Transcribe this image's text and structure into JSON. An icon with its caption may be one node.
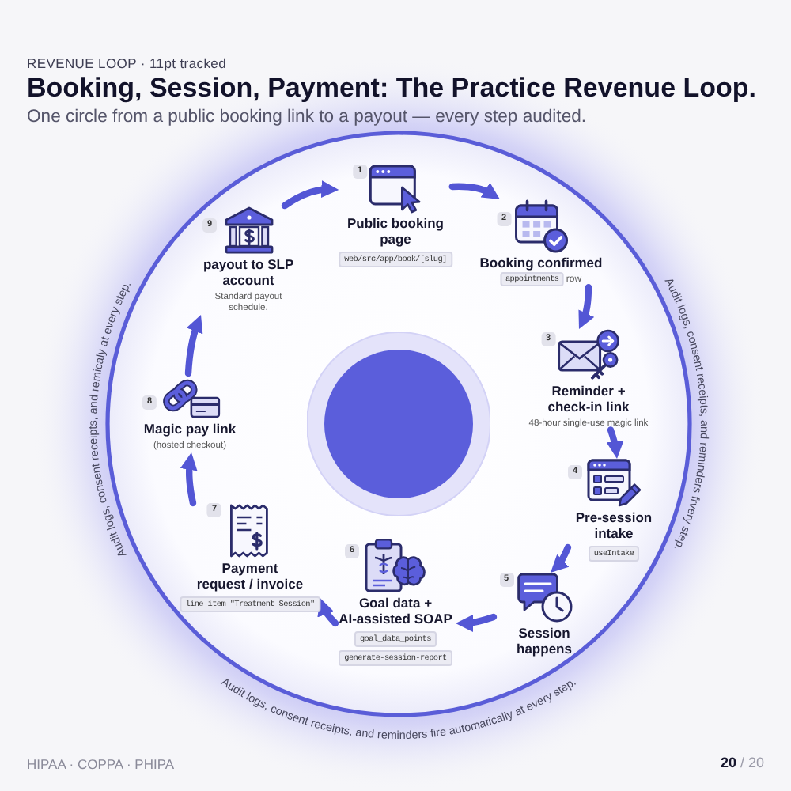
{
  "diagram": {
    "title": "Booking, Session, Payment: The Practice Revenue Loop.",
    "nodes": [
      {
        "text": [
          "1",
          "Public booking page",
          "web/src/app/book/[slug]"
        ]
      },
      {
        "text": [
          "2",
          "Booking confirmed",
          "appointments row"
        ]
      },
      {
        "text": [
          "3",
          "Reminder + check-in link",
          "48-hour single-use magic link"
        ]
      },
      {
        "text": [
          "4",
          "Pre-session intake",
          "useIntake"
        ]
      },
      {
        "text": [
          "5",
          "Session happens"
        ]
      },
      {
        "text": [
          "6",
          "Goal data + AI-assisted SOAP",
          "goal_data_points",
          "generate-session-report"
        ]
      },
      {
        "text": [
          "7",
          "Payment request / invoice",
          "line item \"Treatment Session\""
        ]
      },
      {
        "text": [
          "8",
          "Magic pay link",
          "(hosted checkout)"
        ]
      },
      {
        "text": [
          "9",
          "payout to SLP account",
          "Standard payout schedule."
        ]
      },
      {
        "text": [],
        "shape": "circle"
      }
    ],
    "edges": [
      {
        "from": 0,
        "to": 1,
        "arrow": "to"
      },
      {
        "from": 1,
        "to": 2,
        "arrow": "to"
      },
      {
        "from": 2,
        "to": 3,
        "arrow": "to"
      },
      {
        "from": 3,
        "to": 4,
        "arrow": "to"
      },
      {
        "from": 4,
        "to": 5,
        "arrow": "to"
      },
      {
        "from": 5,
        "to": 6,
        "arrow": "to"
      },
      {
        "from": 6,
        "to": 7,
        "arrow": "to"
      },
      {
        "from": 7,
        "to": 8,
        "arrow": "to"
      },
      {
        "from": 8,
        "to": 0,
        "arrow": "to"
      }
    ],
    "labels": [
      "REVENUE LOOP · 11pt tracked",
      "One circle from a public booking link to a payout — every step audited.",
      "Audit logs, consent receipts, and reminders frvery step.",
      "Audit logs, consent receipts, and remicaly at every step.",
      "Audit logs, consent receipts, and reminders fire automatically at every step.",
      "HIPAA · COPPA · PHIPA",
      "**20** / 20"
    ]
  }
}
